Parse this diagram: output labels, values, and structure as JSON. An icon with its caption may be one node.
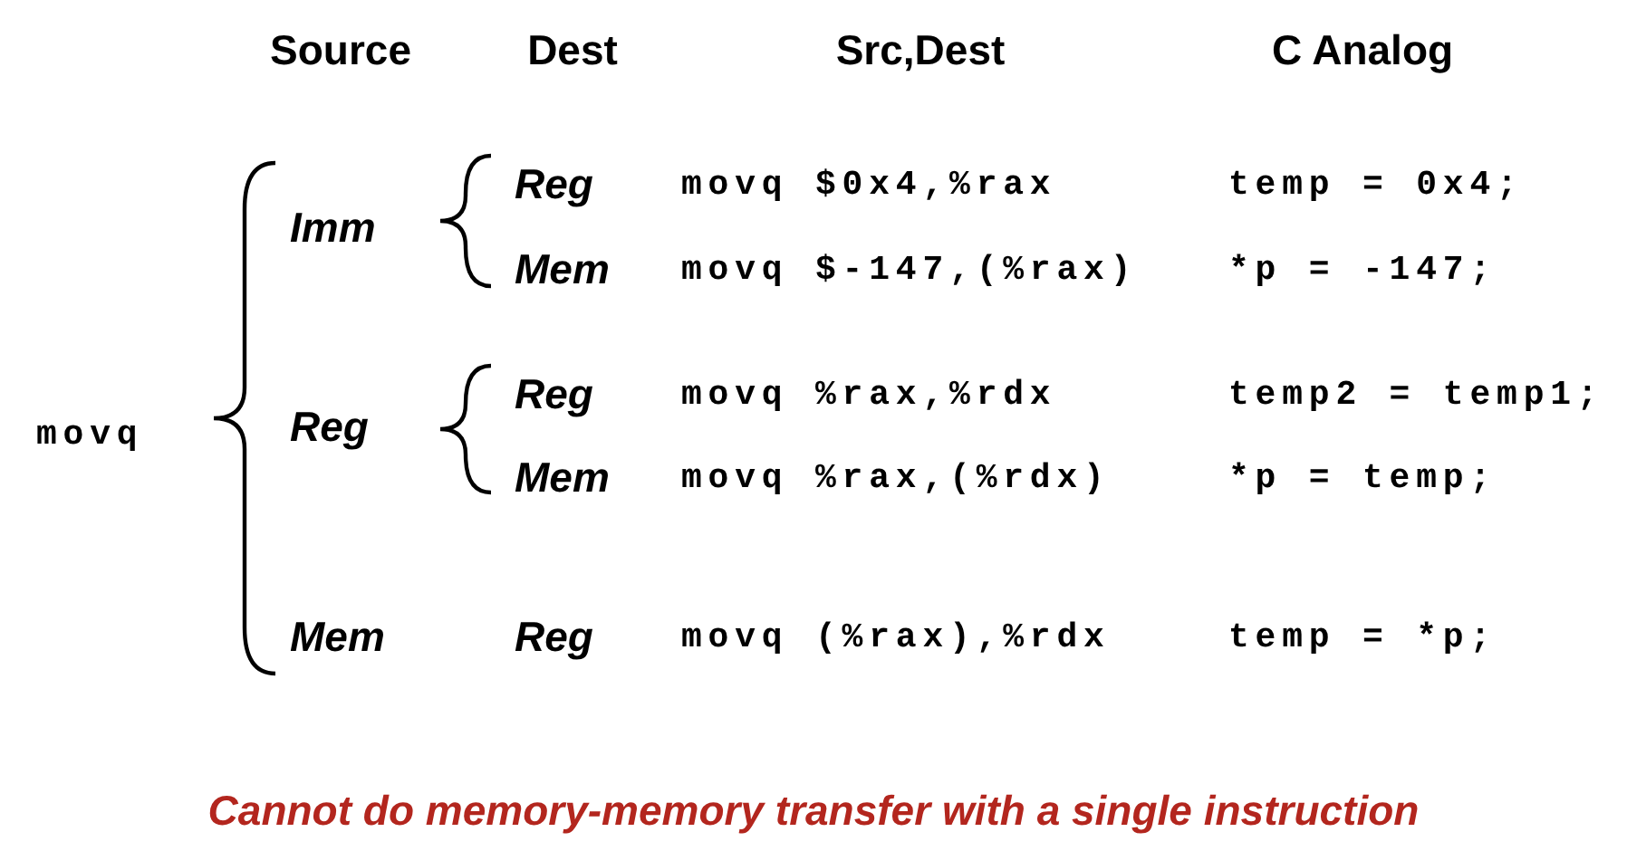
{
  "diagram": {
    "caption": "Cannot do memory-memory transfer with a single instruction",
    "labels": [
      "Source",
      "Dest",
      "Src,Dest",
      "C Analog",
      "Imm",
      "Reg",
      "movq $0x4,%rax",
      "temp = 0x4;",
      "Mem",
      "movq $-147,(%rax)",
      "*p = -147;",
      "movq",
      "Reg",
      "Reg",
      "movq %rax,%rdx",
      "temp2 = temp1;",
      "Mem",
      "movq %rax,(%rdx)",
      "*p = temp;",
      "Mem",
      "Reg",
      "movq (%rax),%rdx",
      "temp = *p;"
    ]
  }
}
